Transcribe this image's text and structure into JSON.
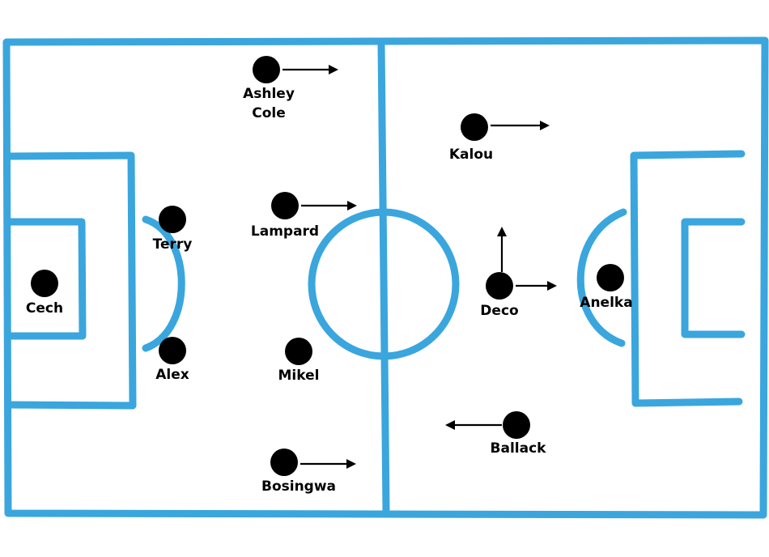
{
  "colors": {
    "pitch_lines": "#3aa6dd",
    "player": "#000000",
    "arrows": "#000000",
    "background": "#ffffff"
  },
  "players": [
    {
      "id": "cech",
      "label_lines": [
        "Cech"
      ]
    },
    {
      "id": "terry",
      "label_lines": [
        "Terry"
      ]
    },
    {
      "id": "alex",
      "label_lines": [
        "Alex"
      ]
    },
    {
      "id": "ashley-cole",
      "label_lines": [
        "Ashley",
        "Cole"
      ]
    },
    {
      "id": "lampard",
      "label_lines": [
        "Lampard"
      ]
    },
    {
      "id": "mikel",
      "label_lines": [
        "Mikel"
      ]
    },
    {
      "id": "bosingwa",
      "label_lines": [
        "Bosingwa"
      ]
    },
    {
      "id": "kalou",
      "label_lines": [
        "Kalou"
      ]
    },
    {
      "id": "deco",
      "label_lines": [
        "Deco"
      ]
    },
    {
      "id": "anelka",
      "label_lines": [
        "Anelka"
      ]
    },
    {
      "id": "ballack",
      "label_lines": [
        "Ballack"
      ]
    }
  ],
  "movement_arrows": [
    {
      "player": "ashley-cole",
      "direction": "right"
    },
    {
      "player": "lampard",
      "direction": "right"
    },
    {
      "player": "bosingwa",
      "direction": "right"
    },
    {
      "player": "kalou",
      "direction": "right"
    },
    {
      "player": "deco",
      "direction": "right"
    },
    {
      "player": "deco",
      "direction": "up"
    },
    {
      "player": "ballack",
      "direction": "left"
    }
  ]
}
